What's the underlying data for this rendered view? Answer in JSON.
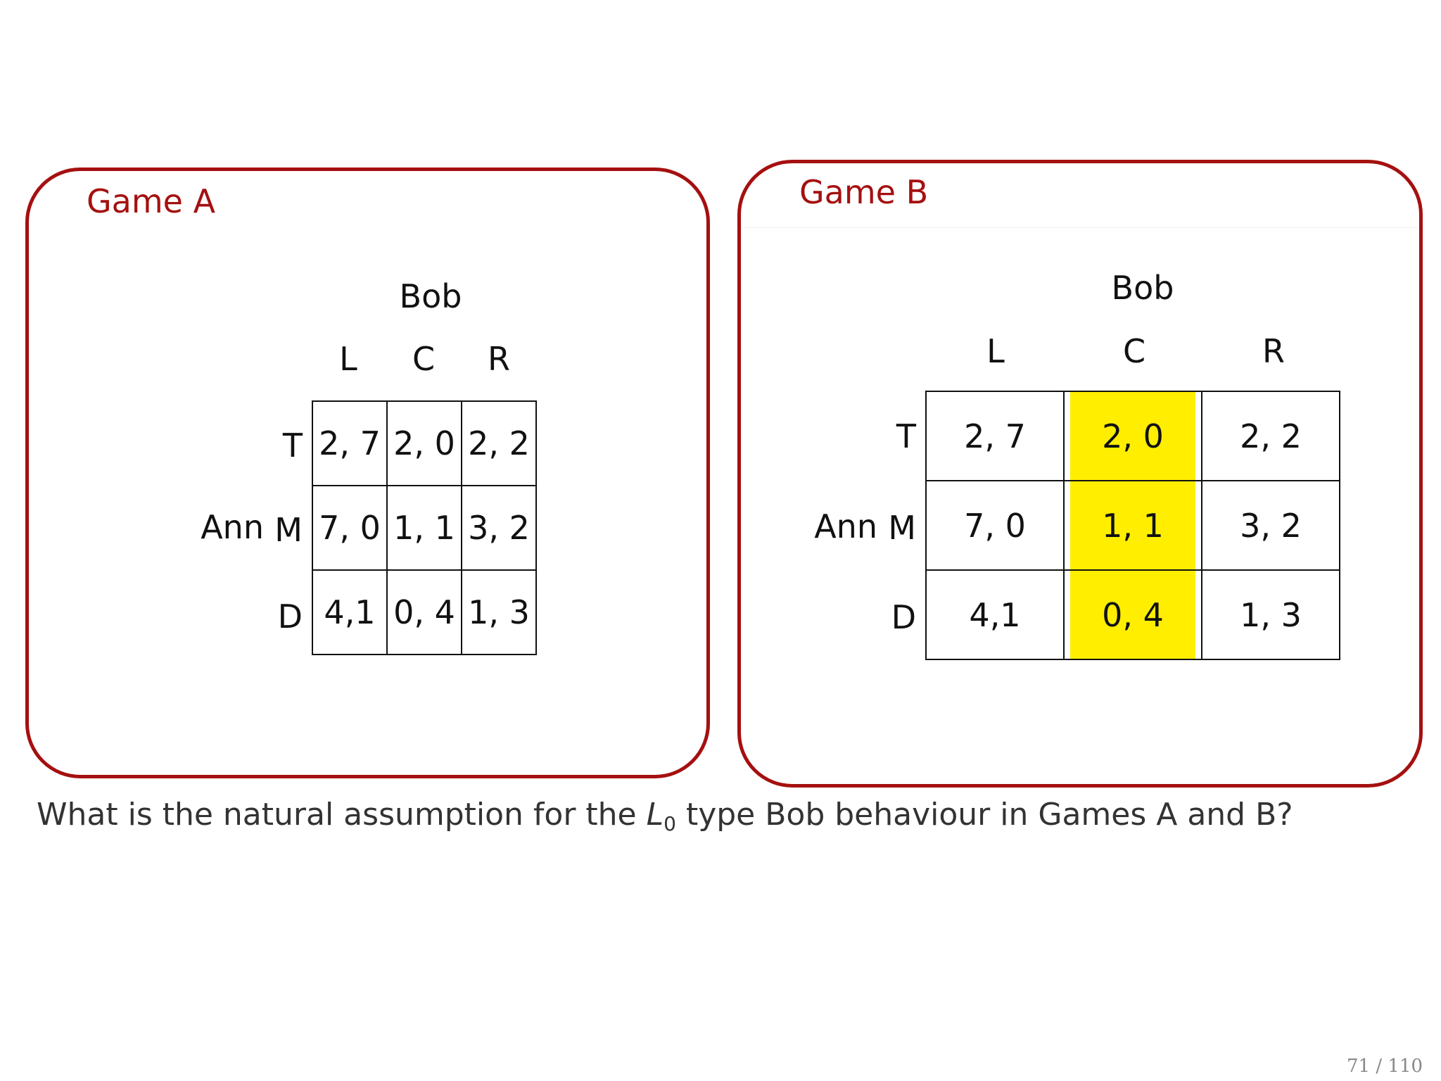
{
  "game_a": {
    "title": "Game A",
    "column_player": "Bob",
    "row_player": "Ann",
    "columns": [
      "L",
      "C",
      "R"
    ],
    "rows": [
      "T",
      "M",
      "D"
    ],
    "payoffs": [
      [
        "2, 7",
        "2, 0",
        "2, 2"
      ],
      [
        "7, 0",
        "1, 1",
        "3, 2"
      ],
      [
        "4,1",
        "0, 4",
        "1, 3"
      ]
    ]
  },
  "game_b": {
    "title": "Game B",
    "column_player": "Bob",
    "row_player": "Ann",
    "columns": [
      "L",
      "C",
      "R"
    ],
    "rows": [
      "T",
      "M",
      "D"
    ],
    "payoffs": [
      [
        "2, 7",
        "2, 0",
        "2, 2"
      ],
      [
        "7, 0",
        "1, 1",
        "3, 2"
      ],
      [
        "4,1",
        "0, 4",
        "1, 3"
      ]
    ],
    "highlighted_column": "C",
    "highlight_color": "#ffee00"
  },
  "question": {
    "before": "What is the natural assumption for the ",
    "var": "L",
    "sub": "0",
    "after": " type Bob behaviour in Games A and B?"
  },
  "page_number": "71 / 110",
  "colors": {
    "frame": "#a51010",
    "text": "#222222"
  }
}
